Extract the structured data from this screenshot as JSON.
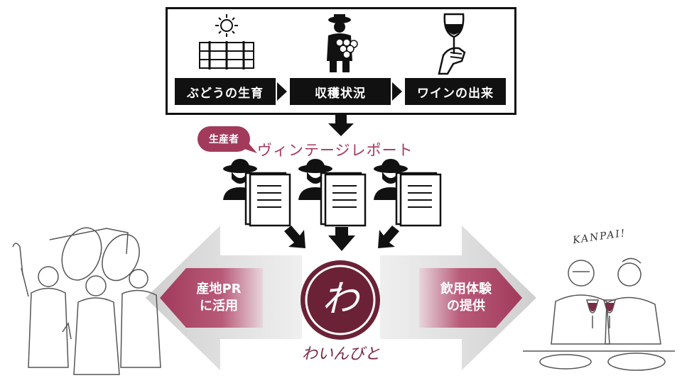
{
  "top_box": {
    "steps": [
      "ぶどうの生育",
      "収穫状況",
      "ワインの出来"
    ],
    "icons": [
      "vineyard-sun-icon",
      "farmer-with-grapes-icon",
      "wine-glass-hand-icon"
    ]
  },
  "report": {
    "producer_label": "生産者",
    "title": "ヴィンテージレポート"
  },
  "left_arrow": {
    "line1": "産地PR",
    "line2": "に活用"
  },
  "right_arrow": {
    "line1": "飲用体験",
    "line2": "の提供"
  },
  "brand": {
    "name": "わいんびと",
    "logo_char": "わ"
  },
  "illustration_right": {
    "caption": "KANPAI!"
  },
  "colors": {
    "accent": "#a23a5c",
    "logo": "#6b2236",
    "dark": "#111111",
    "arrow_gray": "#d9d9d9"
  }
}
